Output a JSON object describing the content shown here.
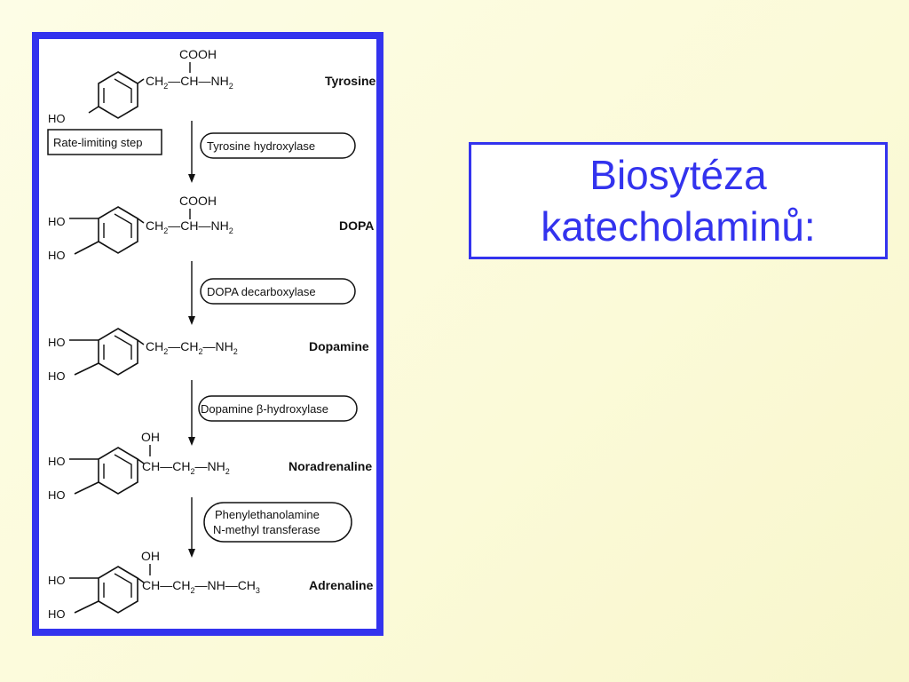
{
  "title": {
    "line1": "Biosytéza",
    "line2": "katecholaminů:"
  },
  "pathway": {
    "rate_limiting_label": "Rate-limiting step",
    "compounds": [
      {
        "name": "Tyrosine",
        "ring_hydroxyls": [
          "HO"
        ],
        "top_group": "COOH",
        "chain": [
          "CH",
          "2",
          "—CH—NH",
          "2"
        ]
      },
      {
        "name": "DOPA",
        "ring_hydroxyls": [
          "HO",
          "HO"
        ],
        "top_group": "COOH",
        "chain": [
          "CH",
          "2",
          "—CH—NH",
          "2"
        ]
      },
      {
        "name": "Dopamine",
        "ring_hydroxyls": [
          "HO",
          "HO"
        ],
        "top_group": "",
        "chain": [
          "CH",
          "2",
          "—CH",
          "2",
          "—NH",
          "2"
        ]
      },
      {
        "name": "Noradrenaline",
        "ring_hydroxyls": [
          "HO",
          "HO"
        ],
        "top_group": "OH",
        "chain": [
          "CH—CH",
          "2",
          "—NH",
          "2"
        ]
      },
      {
        "name": "Adrenaline",
        "ring_hydroxyls": [
          "HO",
          "HO"
        ],
        "top_group": "OH",
        "chain": [
          "CH—CH",
          "2",
          "—NH—CH",
          "3"
        ]
      }
    ],
    "enzymes": [
      {
        "lines": [
          "Tyrosine hydroxylase"
        ]
      },
      {
        "lines": [
          "DOPA decarboxylase"
        ]
      },
      {
        "lines": [
          "Dopamine β-hydroxylase"
        ]
      },
      {
        "lines": [
          "Phenylethanolamine",
          "N-methyl transferase"
        ]
      }
    ]
  }
}
